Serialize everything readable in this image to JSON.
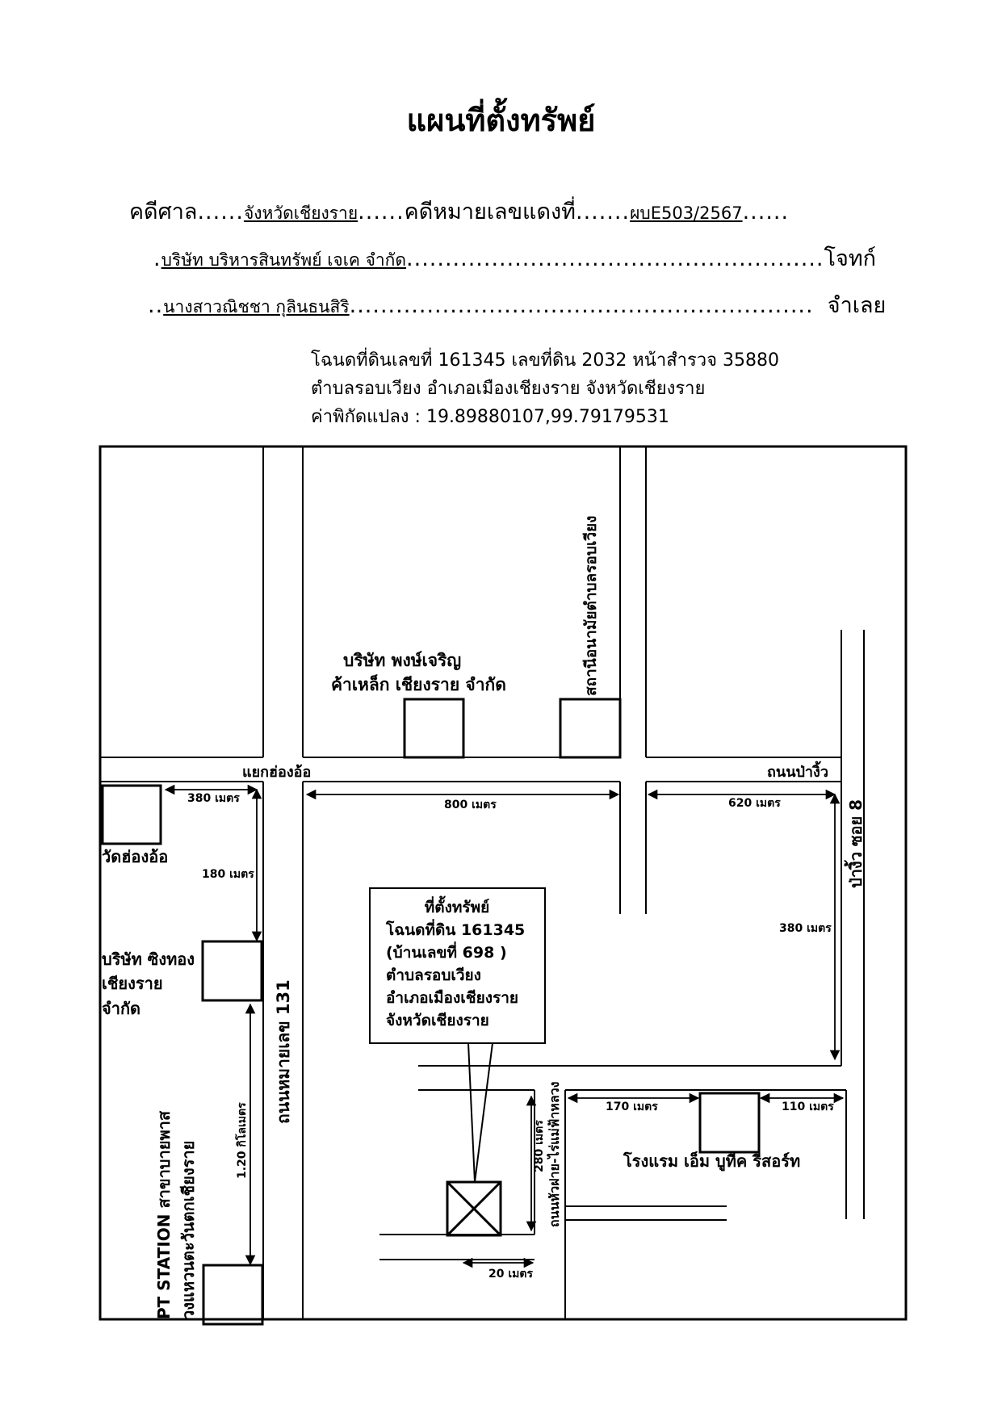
{
  "title": "แผนที่ตั้งทรัพย์",
  "header": {
    "court_label": "คดีศาล",
    "court_value": "จังหวัดเชียงราย",
    "case_label": "คดีหมายเลขแดงที่",
    "case_value": "ผบE503/2567",
    "plaintiff_value": "บริษัท บริหารสินทรัพย์ เจเค จำกัด",
    "plaintiff_label": "โจทก์",
    "defendant_value": "นางสาวณิชชา กุลินธนสิริ",
    "defendant_label": "จำเลย"
  },
  "deed_info": {
    "line1": "โฉนดที่ดินเลขที่ 161345 เลขที่ดิน 2032 หน้าสำรวจ 35880",
    "line2": "ตำบลรอบเวียง อำเภอเมืองเชียงราย จังหวัดเชียงราย",
    "line3": "ค่าพิกัดแปลง : 19.89880107,99.79179531"
  },
  "map": {
    "landmark_pongcharoen_1": "บริษัท พงษ์เจริญ",
    "landmark_pongcharoen_2": "ค้าเหล็ก เชียงราย จำกัด",
    "landmark_health_station": "สถานีอนามัยตำบลรอบเวียง",
    "intersection_label": "แยกฮ่องอ้อ",
    "road_pangiw": "ถนนป่างิ้ว",
    "road_pangiw_soi8": "ป่างิ้ว ซอย 8",
    "road_highway_131": "ถนนหมายเลข 131",
    "road_huafai": "ถนนหัวฝาย-ไร่แม่ฟ้าหลวง",
    "temple": "วัดฮ่องอ้อ",
    "company_singthong_1": "บริษัท ซิงทอง",
    "company_singthong_2": "เชียงราย",
    "company_singthong_3": "จำกัด",
    "pt_station_1": "PT STATION สาขาบายพาส",
    "pt_station_2": "วงแหวนตะวันตกเชียงราย",
    "hotel": "โรงแรม เอ็ม บูทีค รีสอร์ท",
    "property_callout": {
      "line1": "ที่ตั้งทรัพย์",
      "line2": "โฉนดที่ดิน 161345",
      "line3": "(บ้านเลขที่ 698 )",
      "line4": "ตำบลรอบเวียง",
      "line5": "อำเภอเมืองเชียงราย",
      "line6": "จังหวัดเชียงราย"
    },
    "distances": {
      "d380_top": "380 เมตร",
      "d180": "180 เมตร",
      "d120km": "1.20 กิโลเมตร",
      "d800": "800 เมตร",
      "d620": "620 เมตร",
      "d380_right": "380 เมตร",
      "d170": "170 เมตร",
      "d110": "110 เมตร",
      "d280": "280 เมตร",
      "d20": "20 เมตร"
    }
  }
}
